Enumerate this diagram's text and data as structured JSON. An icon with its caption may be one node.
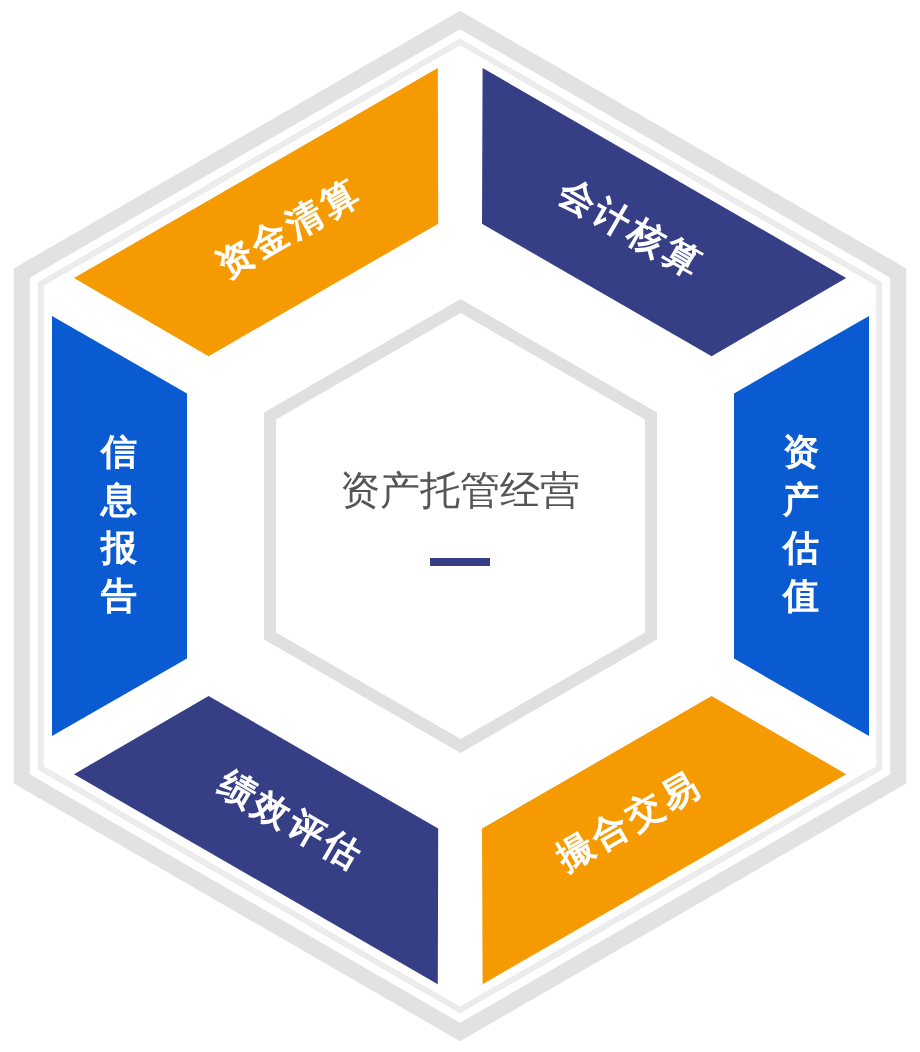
{
  "diagram": {
    "nodes": [
      {
        "text": [
          "资产托管经营"
        ]
      },
      {
        "text": [
          "资金清算"
        ]
      },
      {
        "text": [
          "会计核算"
        ]
      },
      {
        "text": [
          "信息报告"
        ]
      },
      {
        "text": [
          "资产估值"
        ]
      },
      {
        "text": [
          "绩效评估"
        ]
      },
      {
        "text": [
          "撮合交易"
        ]
      }
    ]
  }
}
